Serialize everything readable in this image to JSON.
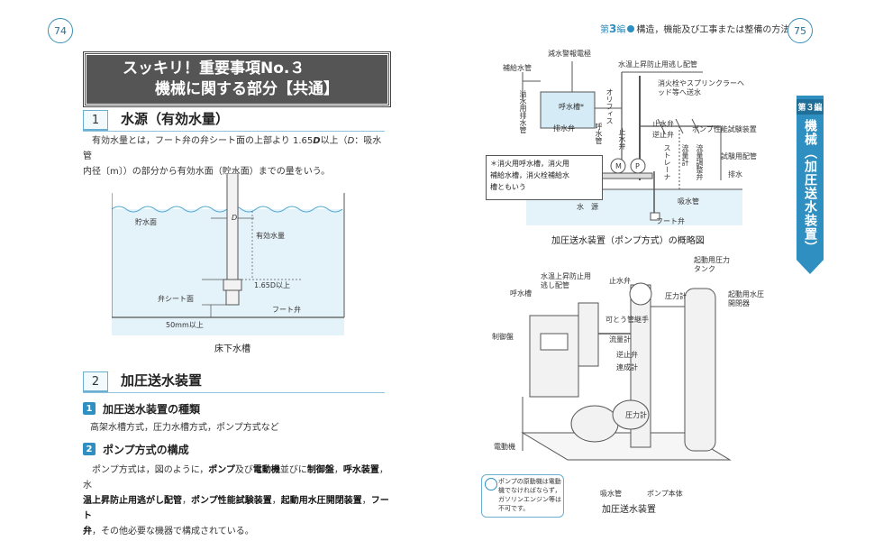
{
  "left_page": {
    "page_number": "74",
    "title_line1": "スッキリ！重要事項No.３",
    "title_line2": "機械に関する部分【共通】",
    "section1": {
      "number": "1",
      "heading": "水源（有効水量）",
      "text_line1": "有効水量とは，フート弁の弁シート面の上部より 1.65",
      "text_D1": "D",
      "text_line1b": "以上（",
      "text_D2": "D",
      "text_line1c": "：吸水管",
      "text_line2": "内径〔m〕）の部分から有効水面（貯水面）までの量をいう。",
      "diagram": {
        "label_water_surface": "貯水面",
        "label_D": "D",
        "label_effective_volume": "有効水量",
        "label_165D": "1.65D以上",
        "label_valve_seat": "弁シート面",
        "label_foot_valve": "フート弁",
        "label_50mm": "50mm以上",
        "caption": "床下水槽"
      }
    },
    "section2": {
      "number": "2",
      "heading": "加圧送水装置",
      "sub1_number": "1",
      "sub1_heading": "加圧送水装置の種類",
      "sub1_text": "高架水槽方式，圧力水槽方式，ポンプ方式など",
      "sub2_number": "2",
      "sub2_heading": "ポンプ方式の構成",
      "sub2_text1a": "ポンプ方式は，図のように，",
      "sub2_text1b": "ポンプ",
      "sub2_text1c": "及び",
      "sub2_text1d": "電動機",
      "sub2_text1e": "並びに",
      "sub2_text1f": "制御盤",
      "sub2_text1g": "，",
      "sub2_text1h": "呼水装置",
      "sub2_text1i": "，水",
      "sub2_text2a": "温上昇防止用逃がし配管",
      "sub2_text2b": "，",
      "sub2_text2c": "ポンプ性能試験装置",
      "sub2_text2d": "，",
      "sub2_text2e": "起動用水圧開閉装置",
      "sub2_text2f": "，",
      "sub2_text2g": "フート",
      "sub2_text3a": "弁",
      "sub2_text3b": "，その他必要な機器で構成されている。"
    }
  },
  "right_page": {
    "page_number": "75",
    "header_prefix": "第",
    "header_num": "3",
    "header_suffix": "編",
    "header_title": "構造，機能及び工事または整備の方法",
    "side_tab_top": "第３編",
    "side_tab_main": "機械（加圧送水装置）",
    "diagram1": {
      "label_supply_pipe": "補給水管",
      "label_low_water": "減水警報電極",
      "label_relief_pipe": "水温上昇防止用逃し配管",
      "label_overflow": "溢水用排水管",
      "label_tank": "呼水槽*",
      "label_orifice": "オリフィス",
      "label_stop_valve": "止水弁",
      "label_drain_valve": "排水弁",
      "label_priming_pipe": "呼水管",
      "label_to_hydrant": "消火栓やスプリンクラーヘッド等へ送水",
      "label_stop_valve2": "止水弁",
      "label_check_valve": "逆止弁",
      "label_perf_pipe": "ポンプ性能試験装置",
      "label_test_pipe": "試験用配管",
      "label_drain": "排水",
      "label_flow_meter": "流量計",
      "label_flow_adj": "流量調整弁",
      "label_strainer": "ストレーナ",
      "label_source": "水　源",
      "label_suction": "吸水管",
      "label_foot": "フート弁",
      "label_M": "M",
      "label_P": "P",
      "note_line1": "＊消火用呼水槽，消火用",
      "note_line2": "補給水槽，消火栓補給水",
      "note_line3": "槽ともいう",
      "caption": "加圧送水装置（ポンプ方式）の概略図"
    },
    "diagram2": {
      "label_relief": "水温上昇防止用逃し配管",
      "label_priming": "呼水槽",
      "label_stop": "止水弁",
      "label_pressure_tank": "起動用圧力タンク",
      "label_gauge": "圧力計",
      "label_starter": "起動用水圧開閉器",
      "label_control": "制御盤",
      "label_flexible": "可とう管継手",
      "label_flowmeter": "流量計",
      "label_check": "逆止弁",
      "label_vacuum": "連成計",
      "label_gauge2": "圧力計",
      "label_motor": "電動機",
      "label_suction": "吸水管",
      "label_pump_body": "ポンプ本体",
      "note_text": "ポンプの原動機は電動機でなければならず，ガソリンエンジン等は不可です。",
      "caption": "加圧送水装置"
    }
  }
}
